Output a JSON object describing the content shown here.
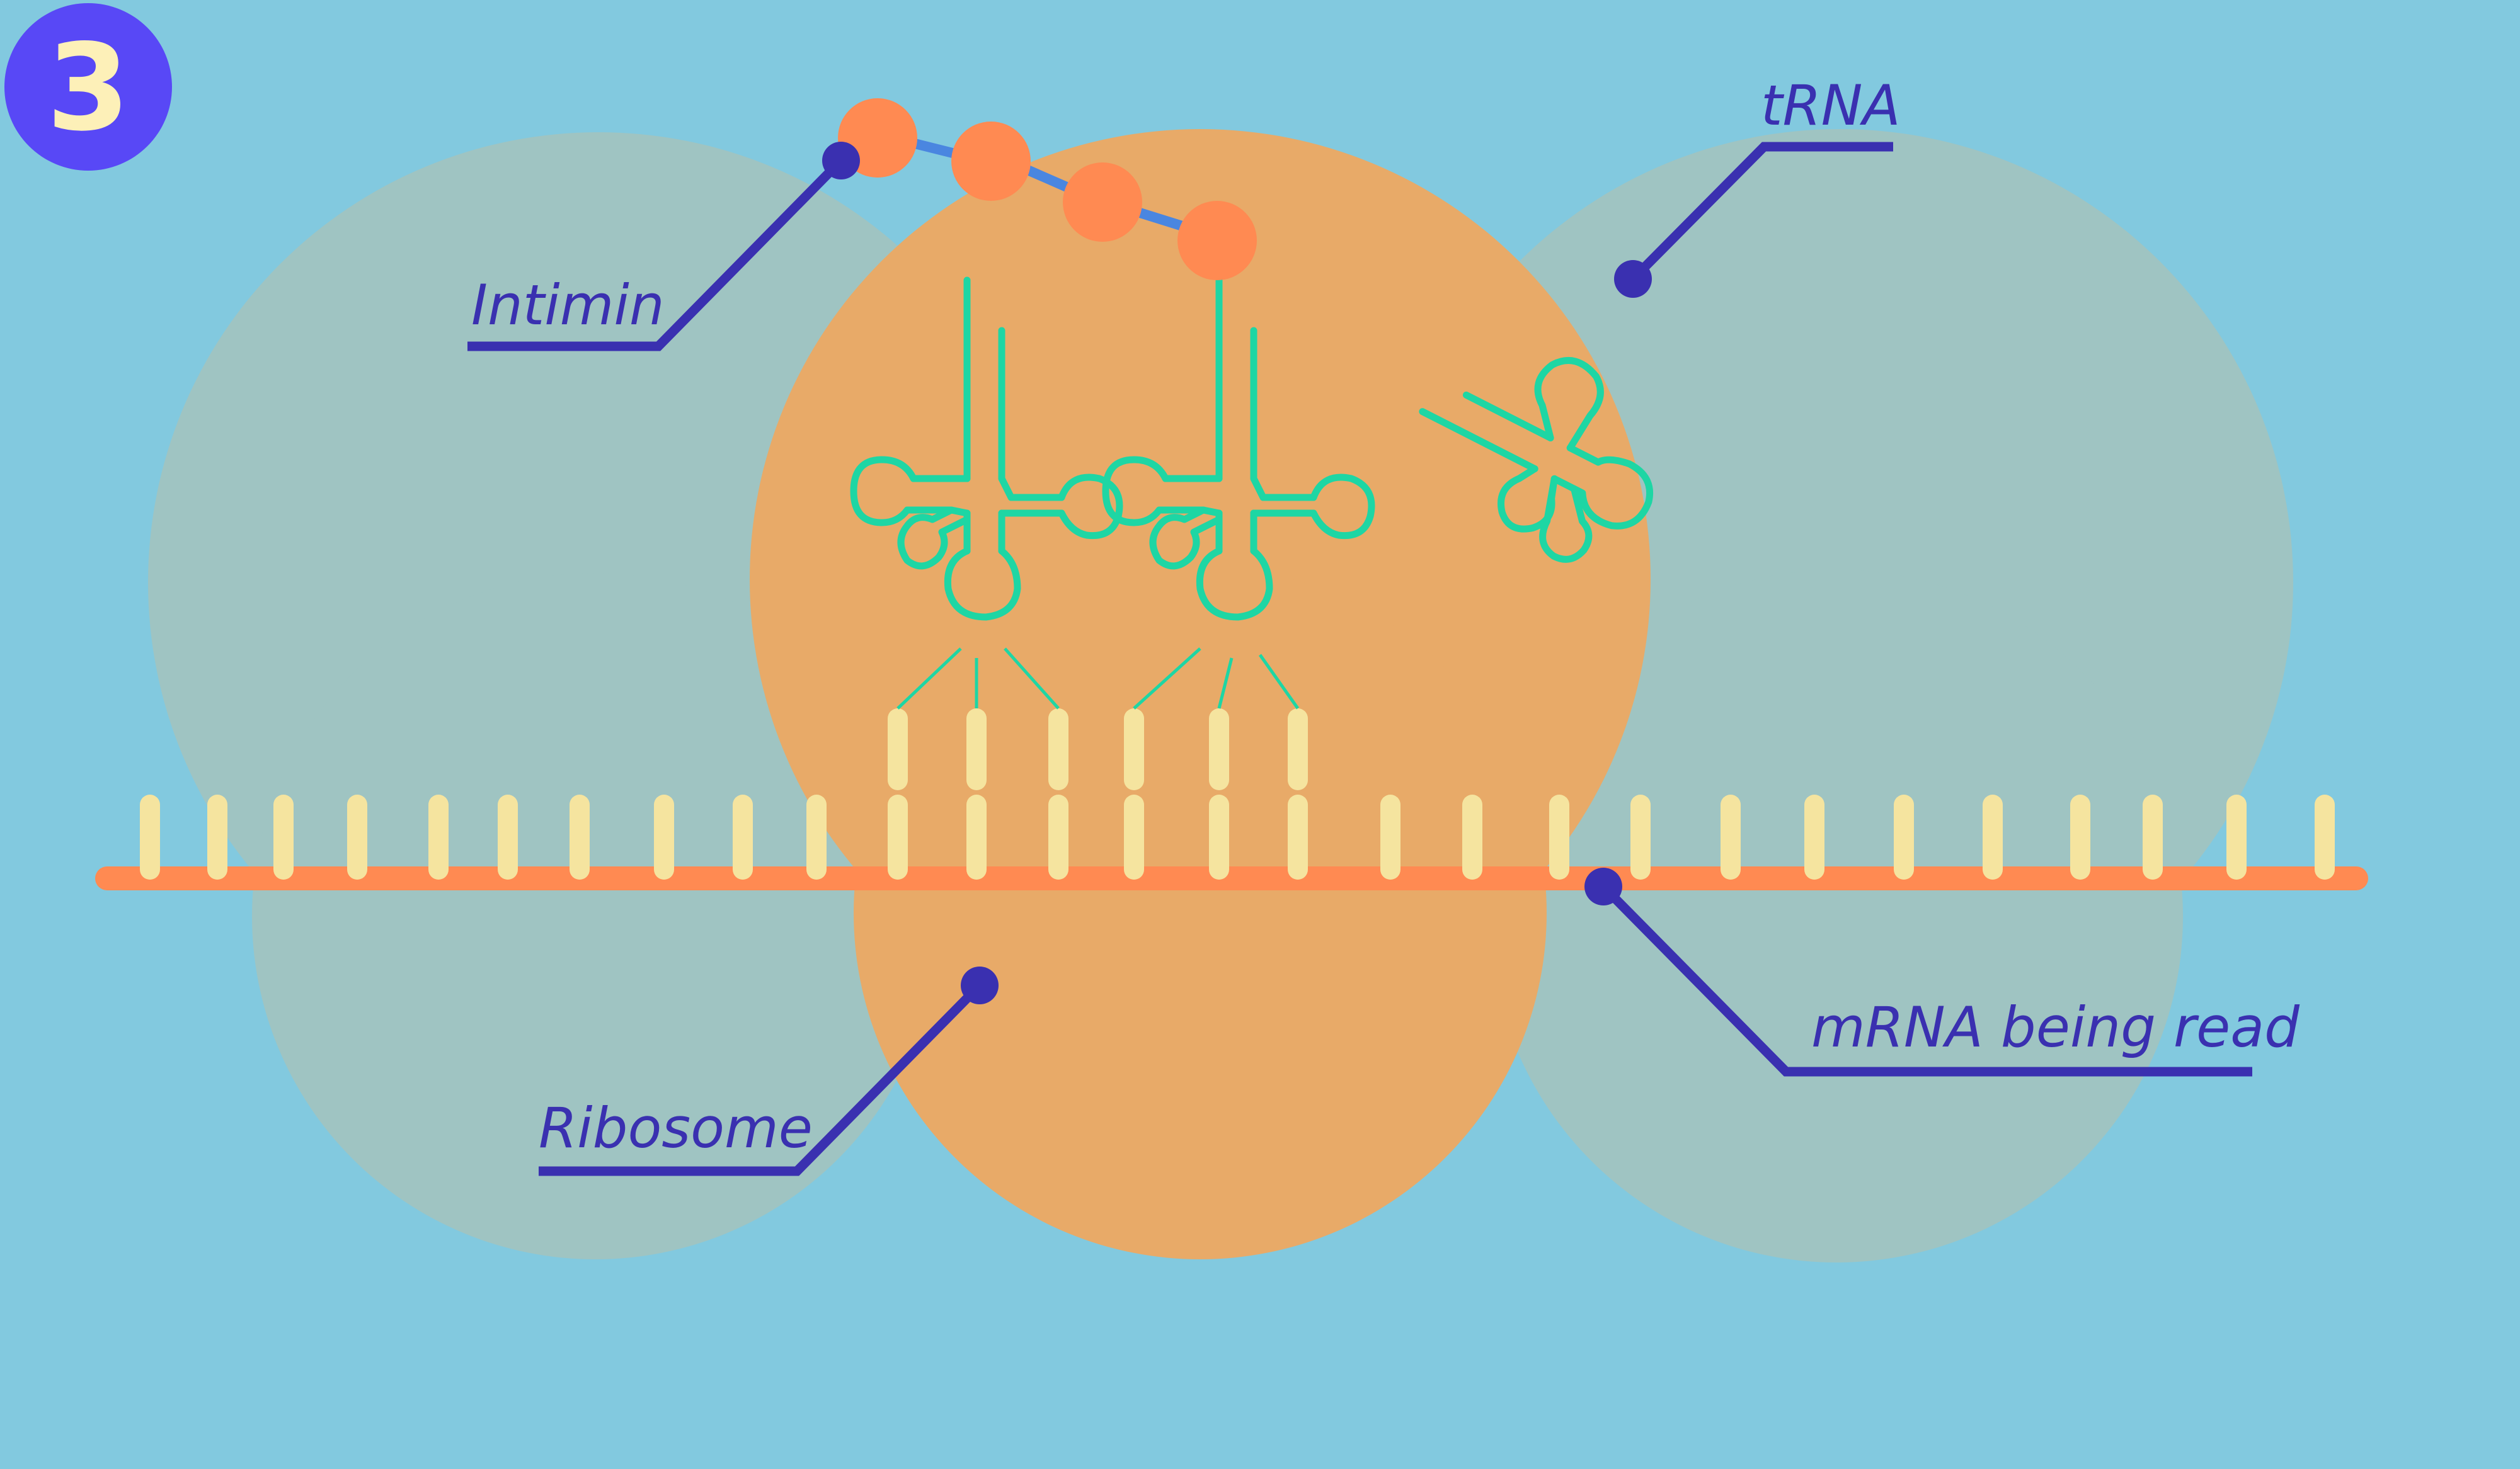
{
  "step": {
    "number": "3"
  },
  "labels": {
    "intimin": "Intimin",
    "trna": "tRNA",
    "ribosome": "Ribosome",
    "mrna": "mRNA being read"
  },
  "colors": {
    "background": "#82c9df",
    "ribosome_gray": "#9fc4c2",
    "ribosome_orange": "#e8aa68",
    "mrna_strand": "#ff8a52",
    "bases": "#f5e49f",
    "trna": "#1ed6a4",
    "amino_acid": "#ff8a52",
    "peptide_bond": "#4a86e0",
    "label": "#3a30b0",
    "step_badge": "#5848f6"
  },
  "icons": {
    "amino-acid": "orange circle",
    "trna": "cloverleaf outline",
    "base": "rounded bar"
  }
}
